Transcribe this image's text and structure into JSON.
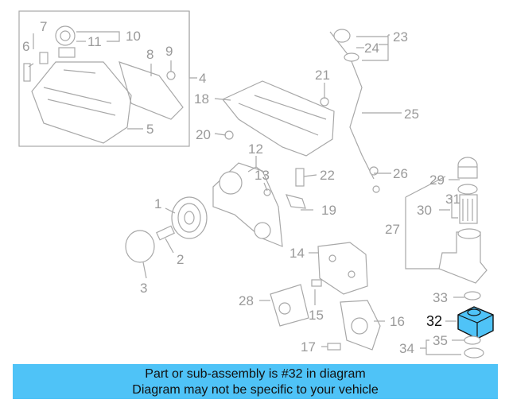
{
  "diagram": {
    "callouts": [
      "1",
      "2",
      "3",
      "4",
      "5",
      "6",
      "7",
      "8",
      "9",
      "10",
      "11",
      "12",
      "13",
      "14",
      "15",
      "16",
      "17",
      "18",
      "19",
      "20",
      "21",
      "22",
      "23",
      "24",
      "25",
      "26",
      "27",
      "28",
      "29",
      "30",
      "31",
      "33",
      "34",
      "35"
    ],
    "highlight": "32",
    "highlight_color": "#4fc3f7"
  },
  "banner": {
    "line1": "Part or sub-assembly is #32 in diagram",
    "line2": "Diagram may not be specific to your vehicle",
    "color": "#4fc3f7"
  }
}
